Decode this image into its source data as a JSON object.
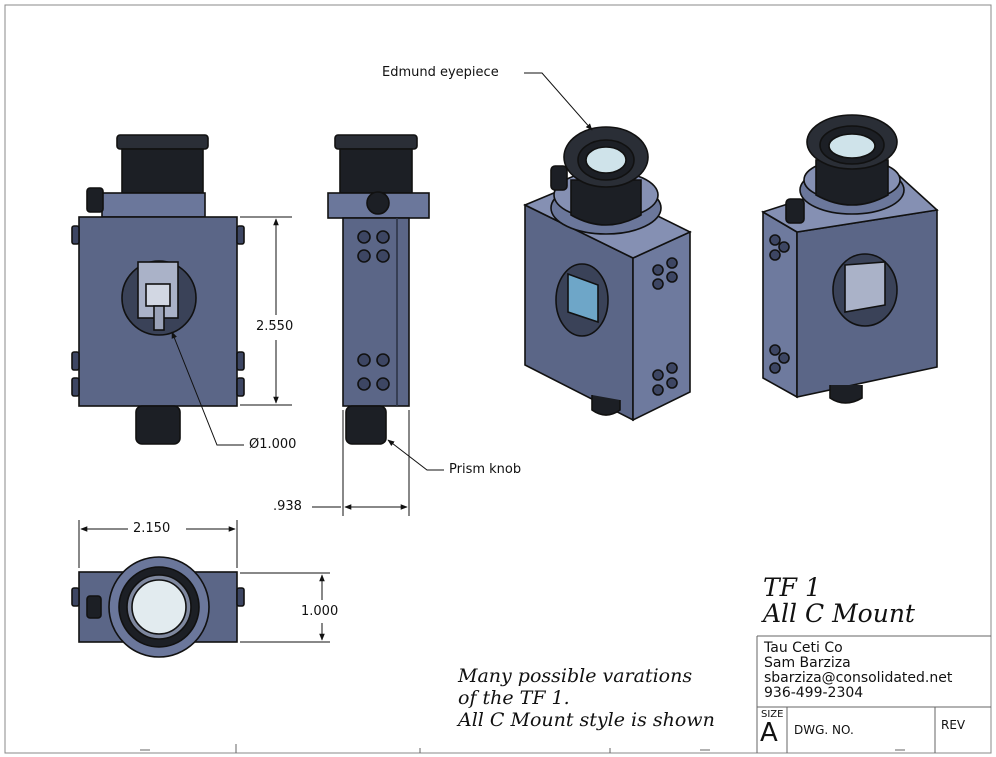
{
  "callouts": {
    "eyepiece": "Edmund eyepiece",
    "diameter": "Ø1.000",
    "prism_knob": "Prism knob"
  },
  "dimensions": {
    "height": "2.550",
    "depth": ".938",
    "width": "2.150",
    "bottom_height": "1.000"
  },
  "title": {
    "line1": "TF 1",
    "line2": "All C Mount"
  },
  "note": {
    "line1": "Many possible varations",
    "line2": "of the TF 1.",
    "line3": "All C Mount style is shown"
  },
  "title_block": {
    "company": "Tau Ceti Co",
    "name": "Sam Barziza",
    "email": "sbarziza@consolidated.net",
    "phone": "936-499-2304",
    "size_label": "SIZE",
    "size_value": "A",
    "dwg_label": "DWG.  NO.",
    "rev_label": "REV"
  },
  "colors": {
    "body": "#5b6687",
    "body_dark": "#3d4663",
    "body_light": "#8590b3",
    "black_part": "#1c1f25",
    "lens": "#cfe3ea",
    "line": "#111111"
  }
}
